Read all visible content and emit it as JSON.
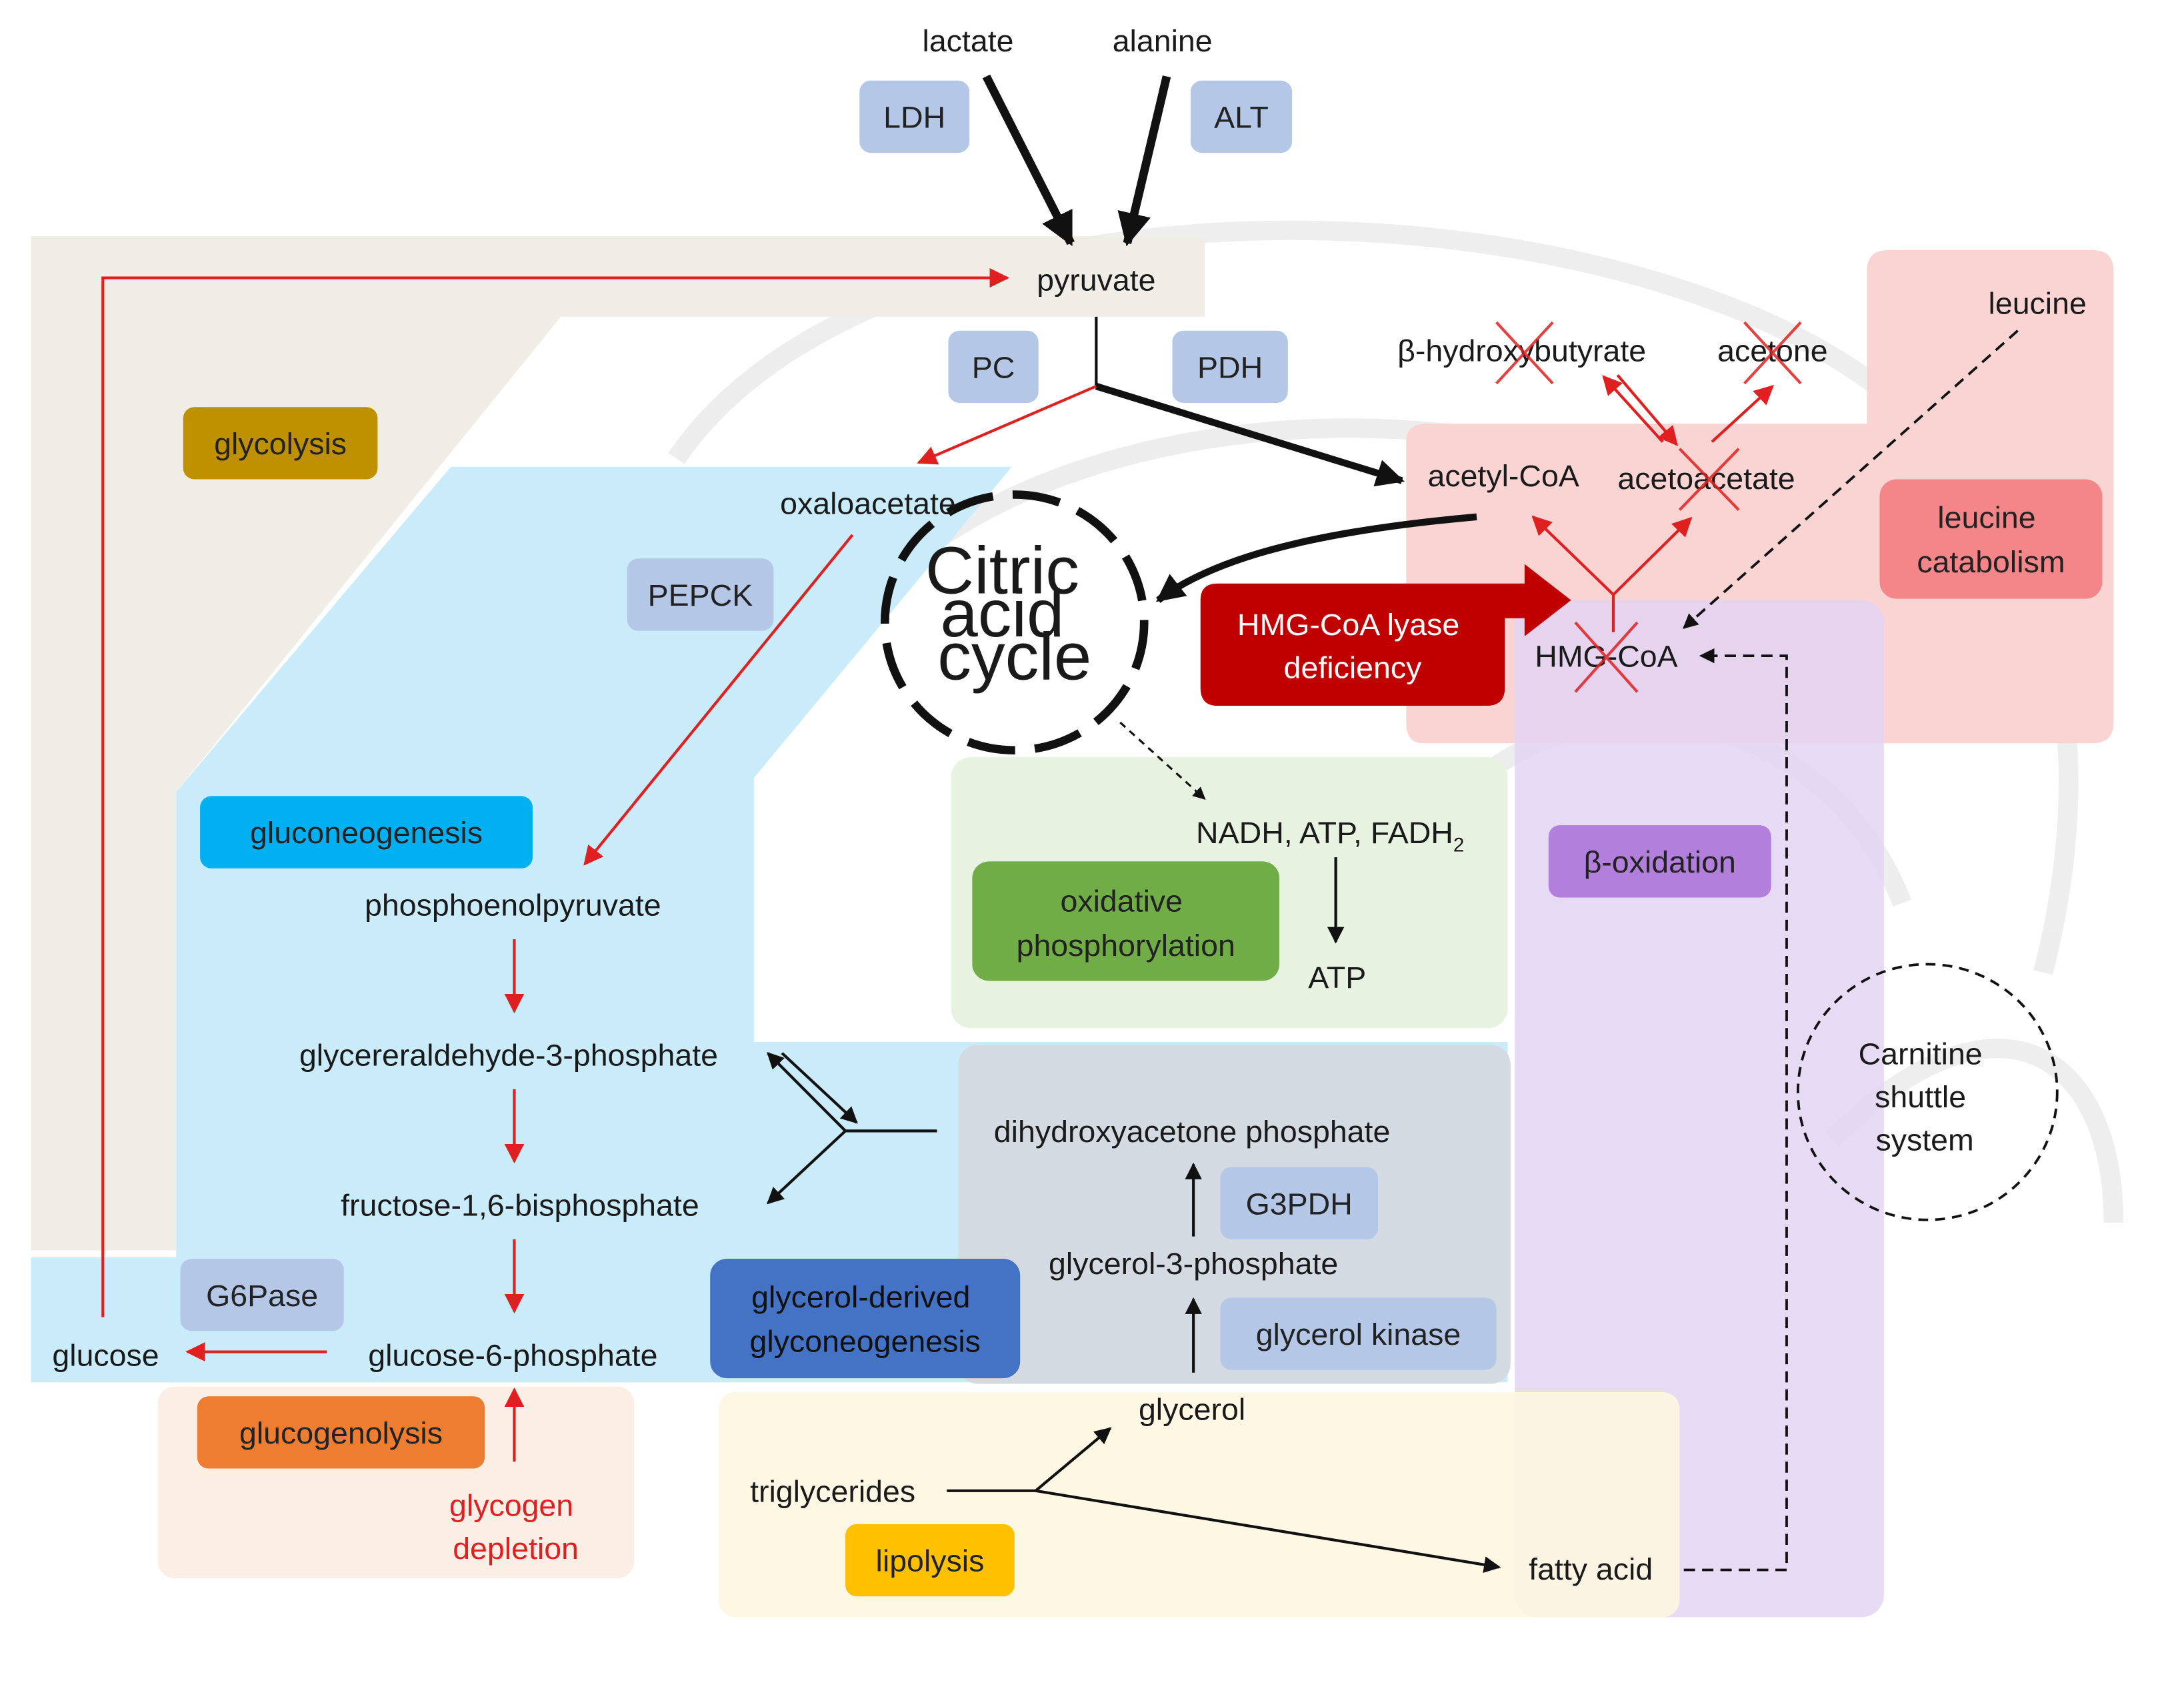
{
  "metabolites": {
    "lactate": "lactate",
    "alanine": "alanine",
    "pyruvate": "pyruvate",
    "oxaloacetate": "oxaloacetate",
    "acetyl_coa": "acetyl-CoA",
    "acetoacetate": "acetoacetate",
    "b_hydroxybutyrate": "β-hydroxybutyrate",
    "acetone": "acetone",
    "leucine": "leucine",
    "hmg_coa": "HMG-CoA",
    "nadh_atp_fadh2": "NADH, ATP, FADH",
    "fadh2_subscript": "2",
    "atp": "ATP",
    "phosphoenolpyruvate": "phosphoenolpyruvate",
    "glyceraldehyde_3p": "glycereraldehyde-3-phosphate",
    "dihydroxyacetone_phosphate": "dihydroxyacetone phosphate",
    "fructose_16bp": "fructose-1,6-bisphosphate",
    "glycerol_3p": "glycerol-3-phosphate",
    "glucose_6p": "glucose-6-phosphate",
    "glucose": "glucose",
    "glycerol": "glycerol",
    "triglycerides": "triglycerides",
    "fatty_acid": "fatty acid"
  },
  "citric_acid_cycle": [
    "Citric",
    "acid",
    "cycle"
  ],
  "carnitine_shuttle": [
    "Carnitine",
    "shuttle",
    "system"
  ],
  "glycogen_depletion": [
    "glycogen",
    "depletion"
  ],
  "enzymes": {
    "ldh": "LDH",
    "alt": "ALT",
    "pc": "PC",
    "pdh": "PDH",
    "pepck": "PEPCK",
    "g6pase": "G6Pase",
    "g3pdh": "G3PDH",
    "glycerol_kinase": "glycerol kinase"
  },
  "pathways": {
    "glycolysis": "glycolysis",
    "gluconeogenesis": "gluconeogenesis",
    "oxidative_phosphorylation": [
      "oxidative",
      "phosphorylation"
    ],
    "leucine_catabolism": [
      "leucine",
      "catabolism"
    ],
    "b_oxidation": "β-oxidation",
    "glycerol_derived": [
      "glycerol-derived",
      "glyconeogenesis"
    ],
    "glucogenolysis": "glucogenolysis",
    "lipolysis": "lipolysis"
  },
  "deficiency": [
    "HMG-CoA lyase",
    "deficiency"
  ],
  "colors": {
    "enzyme_box": "#b4c7e7",
    "glycolysis_badge": "#bf9000",
    "gluconeogenesis_badge": "#00b0f0",
    "oxphos_badge": "#70ad47",
    "leucine_badge": "#f4868a",
    "boxidation_badge": "#b27fdc",
    "glycerol_badge": "#4472c4",
    "glucogenolysis_badge": "#ed7d31",
    "lipolysis_badge": "#ffc000",
    "deficiency_arrow": "#c00000",
    "red_arrow": "#e02020"
  }
}
